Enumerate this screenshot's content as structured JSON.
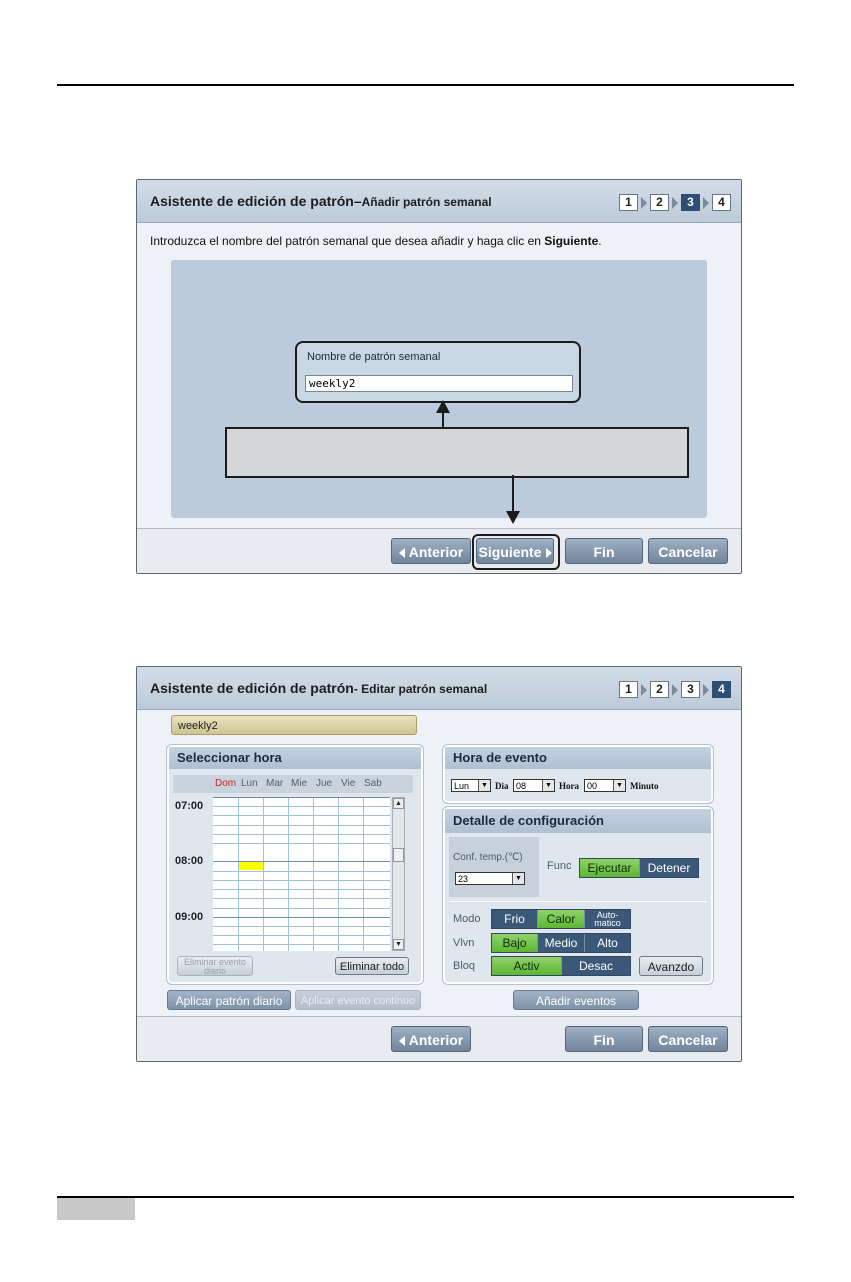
{
  "window1": {
    "title": "Asistente de edición de patrón–",
    "subtitle": "Añadir patrón semanal",
    "steps": [
      "1",
      "2",
      "3",
      "4"
    ],
    "instruction_prefix": "Introduzca el nombre del patrón semanal que desea añadir y haga clic en ",
    "instruction_bold": "Siguiente",
    "instruction_suffix": ".",
    "name_label": "Nombre de patrón semanal",
    "name_value": "weekly2",
    "buttons": {
      "anterior": "Anterior",
      "siguiente": "Siguiente",
      "fin": "Fin",
      "cancelar": "Cancelar"
    }
  },
  "window2": {
    "title": "Asistente de edición de patrón",
    "subtitle": "- Editar patrón semanal",
    "steps": [
      "1",
      "2",
      "3",
      "4"
    ],
    "pattern_name": "weekly2",
    "seleccionar_hora": {
      "heading": "Seleccionar hora",
      "days": [
        "Dom",
        "Lun",
        "Mar",
        "Mie",
        "Jue",
        "Vie",
        "Sab"
      ],
      "times": [
        "07:00",
        "08:00",
        "09:00"
      ],
      "eliminar_evento": "Eliminar evento diario",
      "eliminar_todo": "Eliminar todo"
    },
    "aplicar_patron": "Aplicar patrón diario",
    "aplicar_evento": "Aplicar evento continuo",
    "hora_evento": {
      "heading": "Hora de evento",
      "day": "Lun",
      "dia_label": "Dia",
      "hour": "08",
      "hora_label": "Hora",
      "minute": "00",
      "minuto_label": "Minuto"
    },
    "detalle": {
      "heading": "Detalle de configuración",
      "conf_temp_label": "Conf. temp.(℃)",
      "temp_value": "23",
      "func_label": "Func",
      "func_options": [
        "Ejecutar",
        "Detener"
      ],
      "modo_label": "Modo",
      "modo_options": [
        "Frio",
        "Calor",
        "Auto-\nmatico"
      ],
      "vlvn_label": "Vlvn",
      "vlvn_options": [
        "Bajo",
        "Medio",
        "Alto"
      ],
      "bloq_label": "Bloq",
      "bloq_options": [
        "Activ",
        "Desac"
      ],
      "avanzado": "Avanzdo"
    },
    "anadir_eventos": "Añadir eventos",
    "buttons": {
      "anterior": "Anterior",
      "fin": "Fin",
      "cancelar": "Cancelar"
    }
  },
  "colors": {
    "active_step": "#2f4e73",
    "green_on": "#5db634",
    "highlight_yellow": "#ffff00",
    "sunday_red": "#cc2222"
  }
}
